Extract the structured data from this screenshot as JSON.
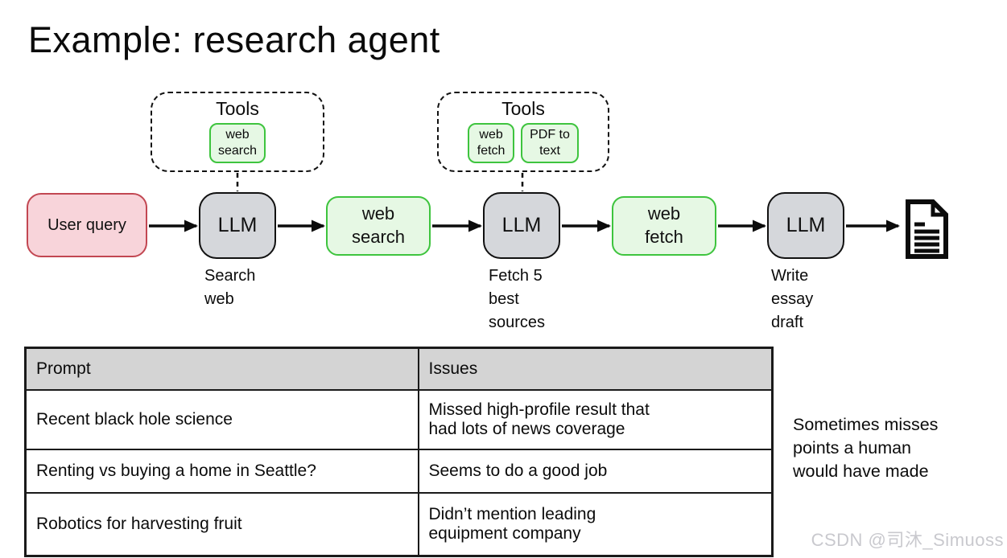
{
  "title": "Example: research agent",
  "tools_groups": [
    {
      "label": "Tools",
      "tools": [
        "web\nsearch"
      ]
    },
    {
      "label": "Tools",
      "tools": [
        "web\nfetch",
        "PDF to\ntext"
      ]
    }
  ],
  "flow": {
    "nodes": [
      {
        "id": "user-query",
        "label": "User query"
      },
      {
        "id": "llm-1",
        "label": "LLM",
        "caption": "Search\nweb"
      },
      {
        "id": "web-search",
        "label": "web\nsearch"
      },
      {
        "id": "llm-2",
        "label": "LLM",
        "caption": "Fetch 5\nbest\nsources"
      },
      {
        "id": "web-fetch",
        "label": "web\nfetch"
      },
      {
        "id": "llm-3",
        "label": "LLM",
        "caption": "Write\nessay\ndraft"
      }
    ],
    "output_icon": "document-icon"
  },
  "table": {
    "headers": [
      "Prompt",
      "Issues"
    ],
    "rows": [
      [
        "Recent black hole science",
        "Missed high-profile result that\nhad lots of news coverage"
      ],
      [
        "Renting vs buying a home in Seattle?",
        "Seems to do a good job"
      ],
      [
        "Robotics for harvesting fruit",
        "Didn’t mention leading\nequipment company"
      ]
    ]
  },
  "side_note": "Sometimes misses\npoints a human\nwould have made",
  "watermark": "CSDN @司沐_Simuoss",
  "colors": {
    "pink_fill": "#f8d4da",
    "pink_border": "#c24752",
    "green_fill": "#e6f8e4",
    "green_border": "#3ec43e",
    "gray_fill": "#d5d7db",
    "table_header_bg": "#d4d4d4"
  }
}
